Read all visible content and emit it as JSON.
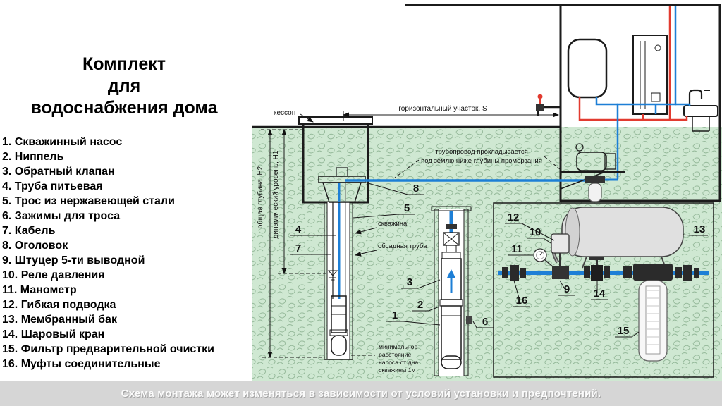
{
  "title": {
    "lines": [
      "Комплект",
      "для",
      "водоснабжения дома"
    ]
  },
  "legend": {
    "items": [
      "1. Скважинный насос",
      "2. Ниппель",
      "3. Обратный клапан",
      "4. Труба питьевая",
      "5. Трос из нержавеющей стали",
      "6. Зажимы для троса",
      "7. Кабель",
      "8. Оголовок",
      "9. Штуцер 5-ти выводной",
      "10. Реле давления",
      "11. Манометр",
      "12. Гибкая подводка",
      "13. Мембранный бак",
      "14. Шаровый кран",
      "15. Фильтр предварительной очистки",
      "16. Муфты соединительные"
    ]
  },
  "diagram": {
    "labels": {
      "caisson": "кессон",
      "horizontal_section": "горизонтальный участок, S",
      "pipeline_note_1": "трубопровод прокладывается",
      "pipeline_note_2": "под землю ниже глубины промерзания",
      "borehole": "скважина",
      "casing_pipe": "обсадная труба",
      "min_distance_1": "минимальное",
      "min_distance_2": "расстояние",
      "min_distance_3": "насоса от дна",
      "min_distance_4": "скважины 1м",
      "total_depth": "общая глубина, Н2",
      "dynamic_level": "динамический уровень, Н1"
    },
    "callouts": {
      "pump": "1",
      "nipple": "2",
      "check_valve": "3",
      "pipe": "4",
      "rope": "5",
      "clamps": "6",
      "cable": "7",
      "wellhead": "8",
      "fitting": "9",
      "relay": "10",
      "gauge": "11",
      "hose": "12",
      "tank": "13",
      "valve": "14",
      "filter": "15",
      "couplings": "16"
    }
  },
  "footer": {
    "caption": "Схема монтажа может изменяться в зависимости от условий установки и предпочтений."
  },
  "colors": {
    "pipe_cold": "#1d7fd6",
    "pipe_hot": "#e23b30",
    "ground": "#cfe8d2"
  }
}
